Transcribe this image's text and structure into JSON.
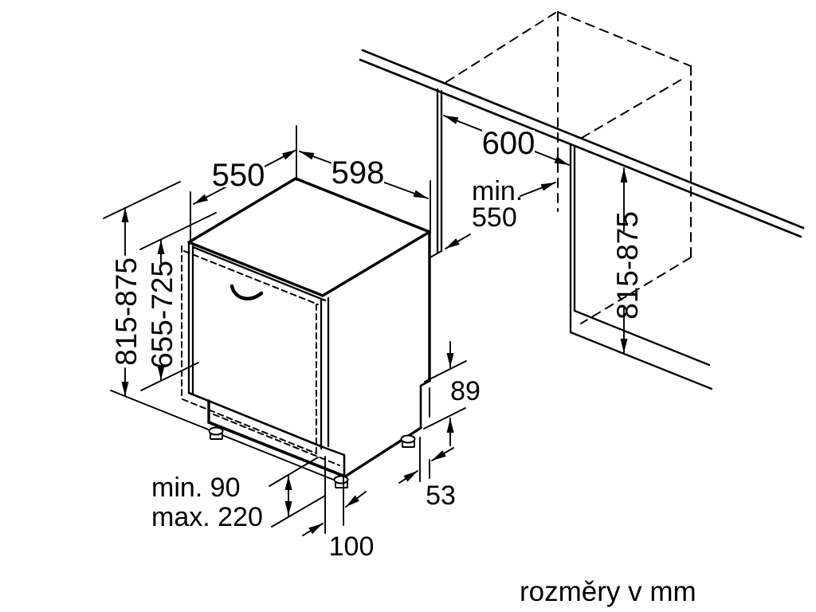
{
  "drawing": {
    "caption": "rozměry v mm",
    "appliance": {
      "depth": "550",
      "width": "598",
      "height": "815-875",
      "door_height": "655-725",
      "plinth_min": "min. 90",
      "plinth_max": "max. 220",
      "foot_inset": "100",
      "rear_recess_height": "89",
      "rear_recess_depth": "53"
    },
    "niche": {
      "width": "600",
      "depth_prefix": "min.",
      "depth_value": "550",
      "height": "815-875"
    },
    "colors": {
      "line": "#000000",
      "background": "#ffffff"
    }
  }
}
